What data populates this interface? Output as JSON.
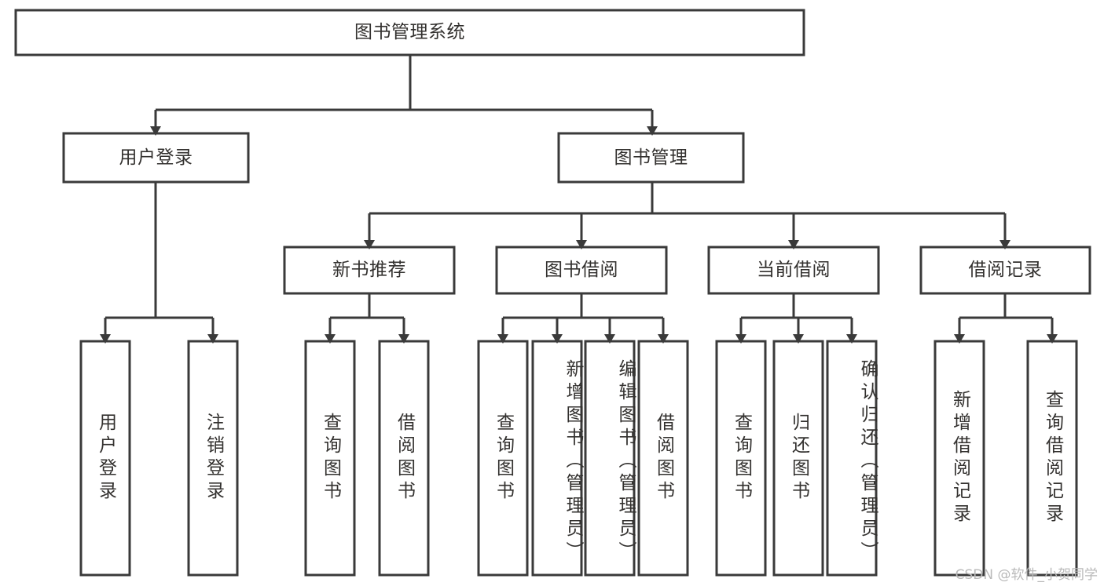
{
  "diagram": {
    "title": "图书管理系统",
    "type": "tree-hierarchy",
    "root": {
      "label": "图书管理系统"
    },
    "level2": [
      {
        "label": "用户登录"
      },
      {
        "label": "图书管理"
      }
    ],
    "level3": [
      {
        "label": "新书推荐"
      },
      {
        "label": "图书借阅"
      },
      {
        "label": "当前借阅"
      },
      {
        "label": "借阅记录"
      }
    ],
    "leaves": {
      "user_login": [
        {
          "label": "用户登录"
        },
        {
          "label": "注销登录"
        }
      ],
      "new_book_recommend": [
        {
          "label": "查询图书"
        },
        {
          "label": "借阅图书"
        }
      ],
      "book_borrow": [
        {
          "label": "查询图书"
        },
        {
          "label": "新增图书（管理员）"
        },
        {
          "label": "编辑图书（管理员）"
        },
        {
          "label": "借阅图书"
        }
      ],
      "current_borrow": [
        {
          "label": "查询图书"
        },
        {
          "label": "归还图书"
        },
        {
          "label": "确认归还（管理员）"
        }
      ],
      "borrow_record": [
        {
          "label": "新增借阅记录"
        },
        {
          "label": "查询借阅记录"
        }
      ]
    }
  },
  "watermark": {
    "text": "CSDN @软件_小贺同学"
  },
  "colors": {
    "stroke": "#3a3a3a",
    "fill": "#ffffff",
    "text": "#33312f",
    "watermark": "#b9b9b9"
  }
}
